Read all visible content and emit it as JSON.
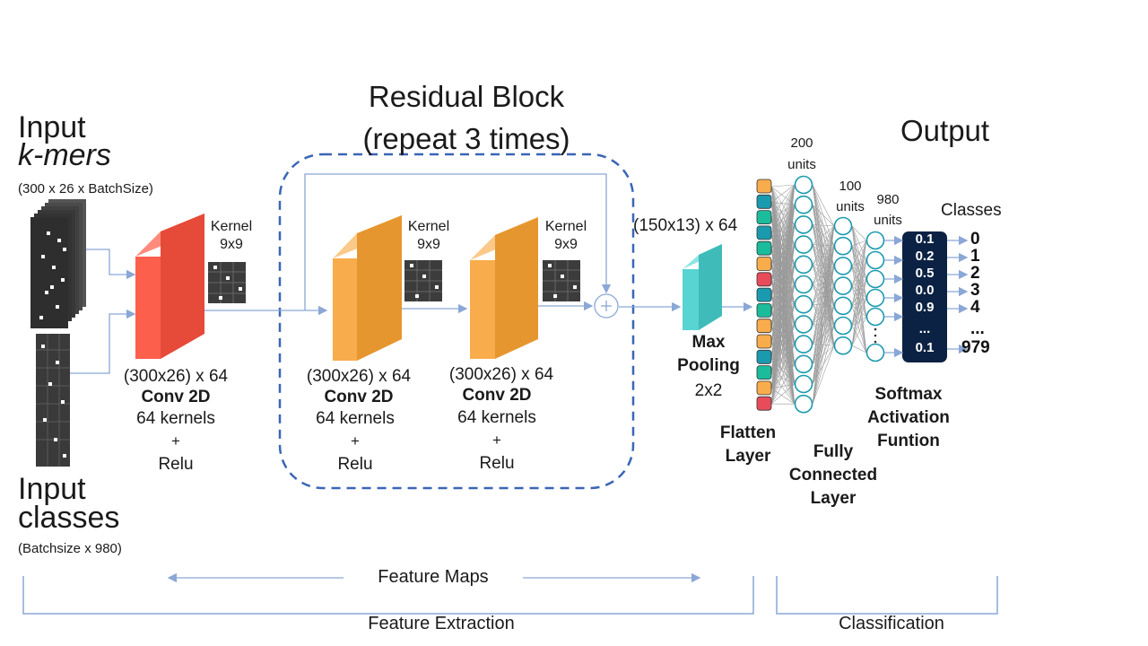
{
  "input_kmers": {
    "title_line1": "Input",
    "title_line2": "k-mers",
    "shape": "(300 x 26 x BatchSize)"
  },
  "input_classes": {
    "title_line1": "Input",
    "title_line2": "classes",
    "shape": "(Batchsize x 980)"
  },
  "residual": {
    "title_line1": "Residual Block",
    "title_line2": "(repeat 3 times)"
  },
  "kernel": {
    "line1": "Kernel",
    "line2": "9x9"
  },
  "conv": {
    "shape": "(300x26) x 64",
    "name": "Conv 2D",
    "kernels": "64 kernels",
    "plus": "+",
    "act": "Relu"
  },
  "pool": {
    "shape": "(150x13) x 64",
    "name1": "Max",
    "name2": "Pooling",
    "size": "2x2"
  },
  "flatten": {
    "line1": "Flatten",
    "line2": "Layer"
  },
  "fc": {
    "line1": "Fully",
    "line2": "Connected",
    "line3": "Layer"
  },
  "units": {
    "u200a": "200",
    "u200b": "units",
    "u100a": "100",
    "u100b": "units",
    "u980a": "980",
    "u980b": "units"
  },
  "softmax": {
    "line1": "Softmax",
    "line2": "Activation",
    "line3": "Funtion"
  },
  "output": {
    "title": "Output",
    "classes_header": "Classes",
    "probs": [
      "0.1",
      "0.2",
      "0.5",
      "0.0",
      "0.9",
      "...",
      "0.1"
    ],
    "classes": [
      "0",
      "1",
      "2",
      "3",
      "4",
      "...",
      "979"
    ]
  },
  "bottom": {
    "feature_maps": "Feature Maps",
    "feature_extraction": "Feature Extraction",
    "classification": "Classification"
  },
  "colors": {
    "conv1": "#fd5f4d",
    "conv_res": "#f8ac4b",
    "pool": "#58d4d2",
    "neuron": "#1a9aae",
    "softmax_box": "#0b2244",
    "arrow": "#8aa7d6",
    "residual_border": "#3a66b5"
  }
}
